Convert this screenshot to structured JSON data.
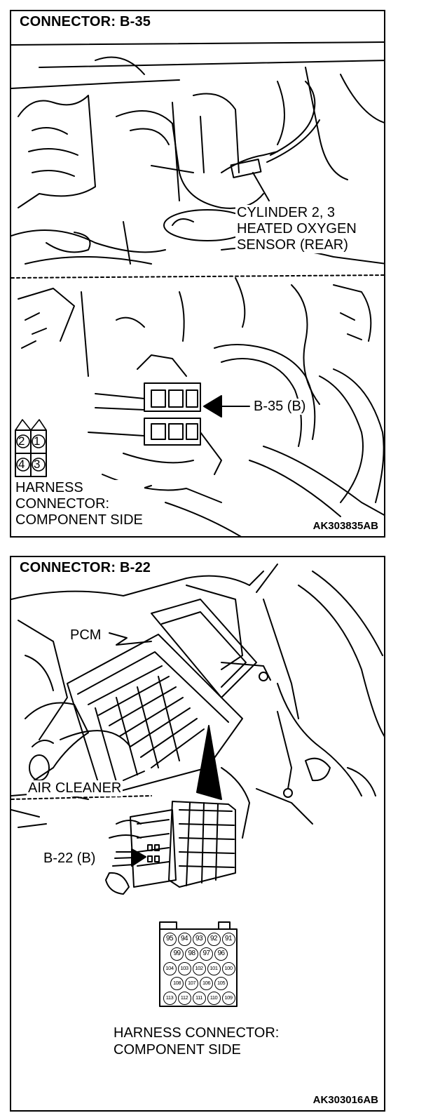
{
  "panel_b35": {
    "title": "CONNECTOR: B-35",
    "sensor_label": [
      "CYLINDER 2, 3",
      "HEATED OXYGEN",
      "SENSOR (REAR)"
    ],
    "connector_callout": "B-35 (B)",
    "pins": [
      "2",
      "1",
      "4",
      "3"
    ],
    "harness_label": [
      "HARNESS",
      "CONNECTOR:",
      "COMPONENT SIDE"
    ],
    "code": "AK303835AB"
  },
  "panel_b22": {
    "title": "CONNECTOR: B-22",
    "pcm_label": "PCM",
    "air_cleaner_label": "AIR CLEANER",
    "connector_callout": "B-22 (B)",
    "pin_rows": [
      [
        "95",
        "94",
        "93",
        "92",
        "91"
      ],
      [
        "99",
        "98",
        "97",
        "96"
      ],
      [
        "104",
        "103",
        "102",
        "101",
        "100"
      ],
      [
        "108",
        "107",
        "106",
        "105"
      ],
      [
        "113",
        "112",
        "111",
        "110",
        "109"
      ]
    ],
    "harness_label": [
      "HARNESS CONNECTOR:",
      "COMPONENT SIDE"
    ],
    "code": "AK303016AB"
  }
}
